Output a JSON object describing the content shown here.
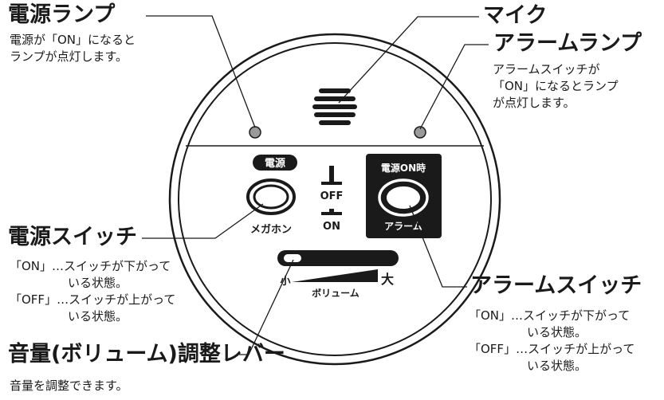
{
  "labels": {
    "power_lamp": {
      "title": "電源ランプ",
      "desc": [
        "電源が「ON」になると",
        "ランプが点灯します。"
      ]
    },
    "mic": {
      "title": "マイク"
    },
    "alarm_lamp": {
      "title": "アラームランプ",
      "desc": [
        "アラームスイッチが",
        "「ON」になるとランプ",
        "が点灯します。"
      ]
    },
    "power_switch": {
      "title": "電源スイッチ",
      "desc": [
        "「ON」…スイッチが下がって",
        "いる状態。",
        "「OFF」…スイッチが上がって",
        "いる状態。"
      ]
    },
    "alarm_switch": {
      "title": "アラームスイッチ",
      "desc": [
        "「ON」…スイッチが下がって",
        "いる状態。",
        "「OFF」…スイッチが上がって",
        "いる状態。"
      ]
    },
    "volume_lever": {
      "title": "音量(ボリューム)調整レバー",
      "desc": [
        "音量を調整できます。"
      ]
    }
  },
  "device": {
    "power_badge": "電源",
    "megaphone": "メガホン",
    "off": "OFF",
    "on": "ON",
    "power_on_time": "電源ON時",
    "alarm": "アラーム",
    "vol_small": "小",
    "vol_large": "大",
    "volume": "ボリューム"
  },
  "colors": {
    "ink": "#1a1a1a",
    "lamp": "#9a9a9a",
    "panel": "#1a1a1a"
  }
}
